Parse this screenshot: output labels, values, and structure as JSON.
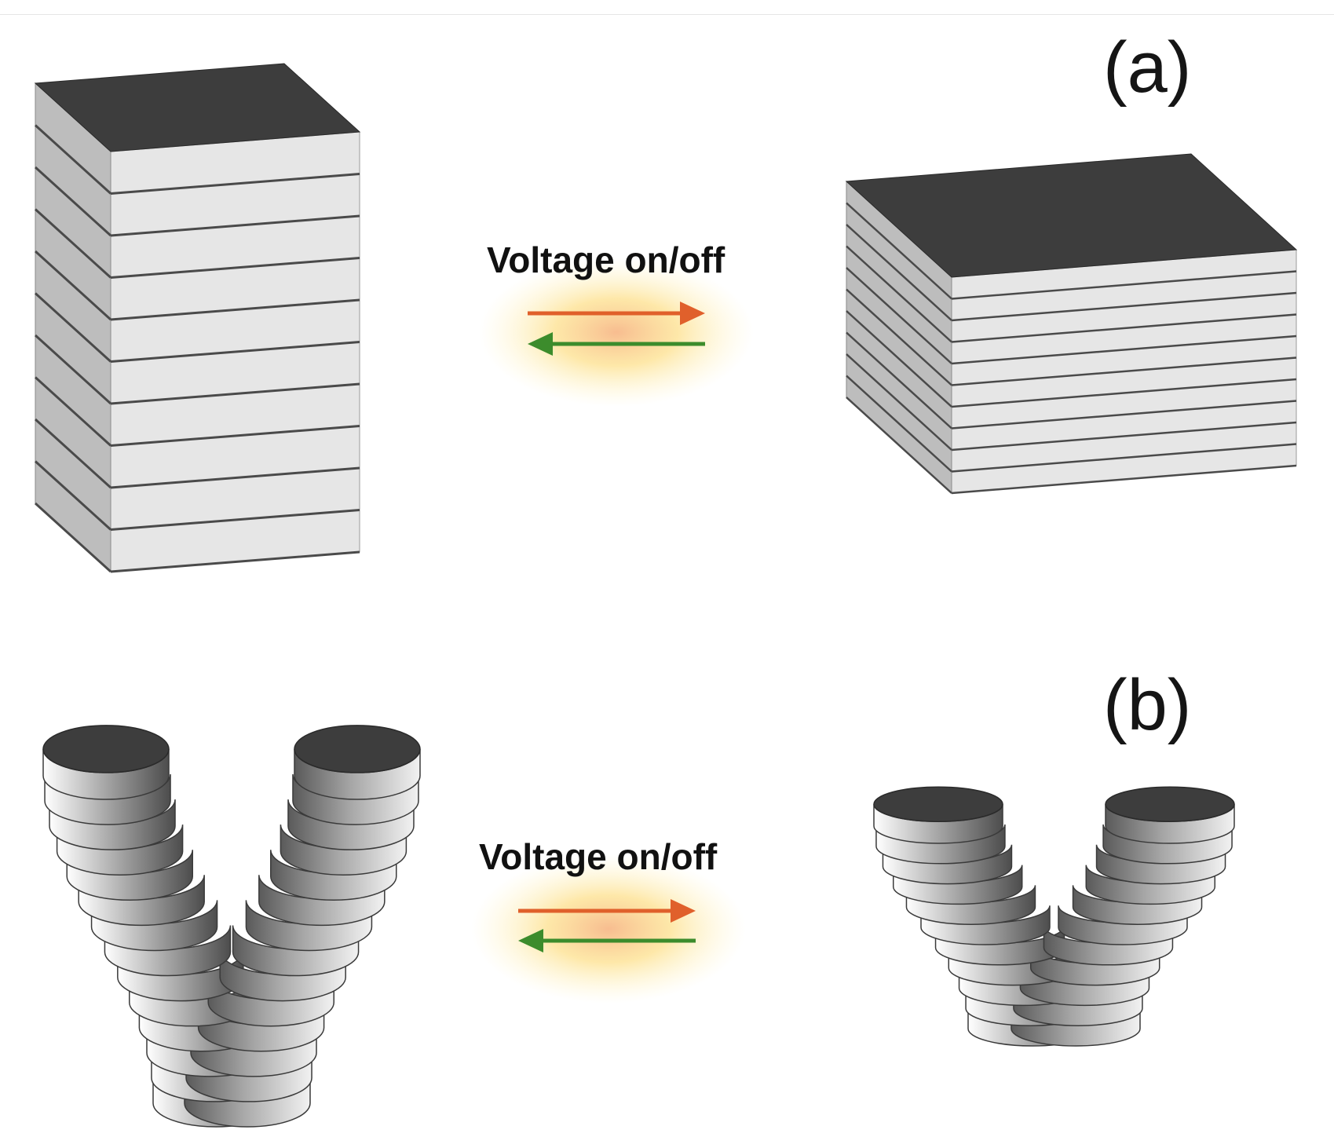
{
  "panels": [
    {
      "label": "(a)",
      "switch_text": "Voltage on/off",
      "structure": "stacked-rectangular-layers"
    },
    {
      "label": "(b)",
      "switch_text": "Voltage on/off",
      "structure": "twisted-double-helix-discs"
    }
  ],
  "colors": {
    "forward_arrow": "#e0602b",
    "reverse_arrow": "#3c8c2c",
    "glow": "#ffd36a",
    "top_face": "#3d3d3d",
    "layer_face": "#e6e6e6",
    "layer_side": "#bdbdbd",
    "separator": "#4a4a4a"
  },
  "icons": [
    "forward-arrow-icon",
    "reverse-arrow-icon"
  ]
}
